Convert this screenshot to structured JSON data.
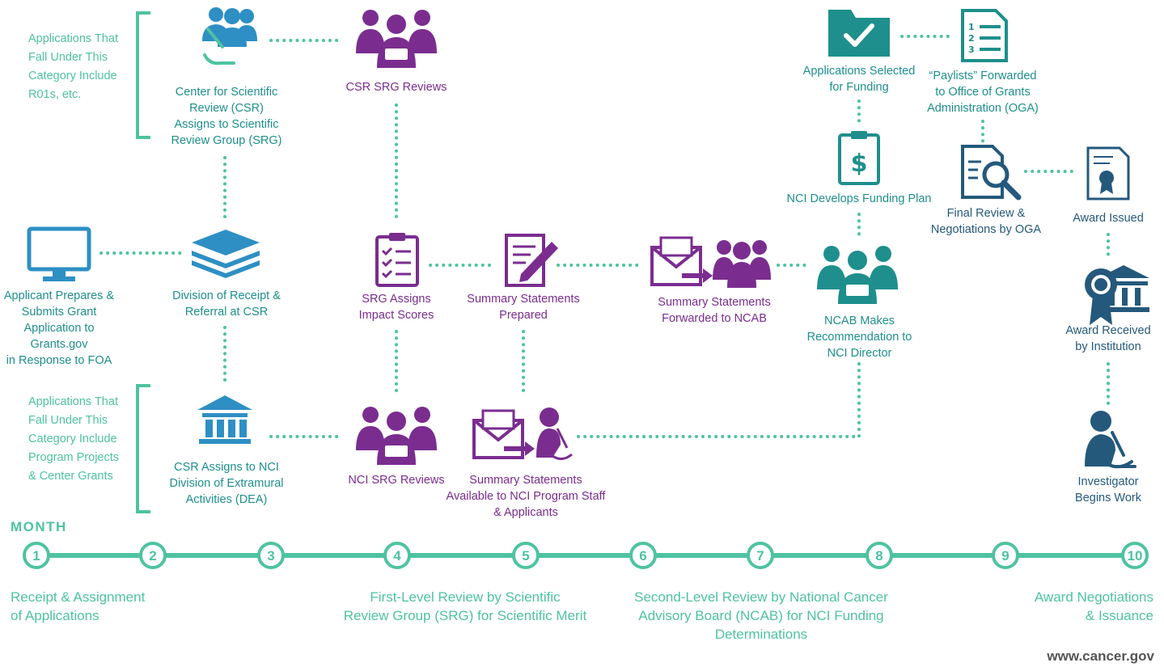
{
  "nodes": {
    "csr_assign": "Center for Scientific\nReview (CSR)\nAssigns to Scientific\nReview Group (SRG)",
    "csr_srg_reviews": "CSR SRG Reviews",
    "applicant": "Applicant Prepares &\nSubmits Grant\nApplication to\nGrants.gov\nin Response to FOA",
    "division_receipt": "Division of Receipt &\nReferral at CSR",
    "srg_scores": "SRG Assigns\nImpact Scores",
    "summary_prepared": "Summary Statements\nPrepared",
    "summary_forwarded": "Summary Statements\nForwarded to NCAB",
    "csr_nci": "CSR Assigns to NCI\nDivision of Extramural\nActivities (DEA)",
    "nci_srg_reviews": "NCI SRG Reviews",
    "summary_available": "Summary Statements\nAvailable to NCI Program Staff\n& Applicants",
    "selected_funding": "Applications Selected\nfor Funding",
    "paylists": "“Paylists” Forwarded\nto Office of Grants\nAdministration (OGA)",
    "funding_plan": "NCI Develops Funding Plan",
    "final_review": "Final Review &\nNegotiations by OGA",
    "award_issued": "Award Issued",
    "ncab": "NCAB Makes\nRecommendation to\nNCI Director",
    "award_received": "Award Received\nby Institution",
    "investigator": "Investigator\nBegins Work"
  },
  "notes": {
    "top": "Applications That\nFall Under This\nCategory Include\nR01s, etc.",
    "bottom": "Applications That\nFall Under This\nCategory Include\nProgram Projects\n& Center Grants"
  },
  "timeline": {
    "title": "MONTH",
    "months": [
      "1",
      "2",
      "3",
      "4",
      "5",
      "6",
      "7",
      "8",
      "9",
      "10"
    ]
  },
  "phases": {
    "p1": "Receipt & Assignment\nof Applications",
    "p2": "First-Level Review by Scientific\nReview Group (SRG) for Scientific Merit",
    "p3": "Second-Level Review by National Cancer\nAdvisory Board (NCAB) for NCI Funding\nDeterminations",
    "p4": "Award Negotiations\n& Issuance"
  },
  "footer": "www.cancer.gov",
  "colors": {
    "teal": "#1e8f8c",
    "purple": "#7a2d8f",
    "blue": "#24597c",
    "green": "#4ec3a0"
  },
  "icons": [
    "scientists-microscope-icon",
    "reviewers-group-icon",
    "computer-monitor-icon",
    "stacked-papers-icon",
    "checklist-clipboard-icon",
    "document-pen-icon",
    "envelope-to-group-icon",
    "institution-building-icon",
    "envelope-to-scientist-icon",
    "folder-check-icon",
    "numbered-list-icon",
    "dollar-clipboard-icon",
    "document-magnifier-icon",
    "certificate-icon",
    "award-building-icon",
    "scientist-microscope-icon"
  ]
}
